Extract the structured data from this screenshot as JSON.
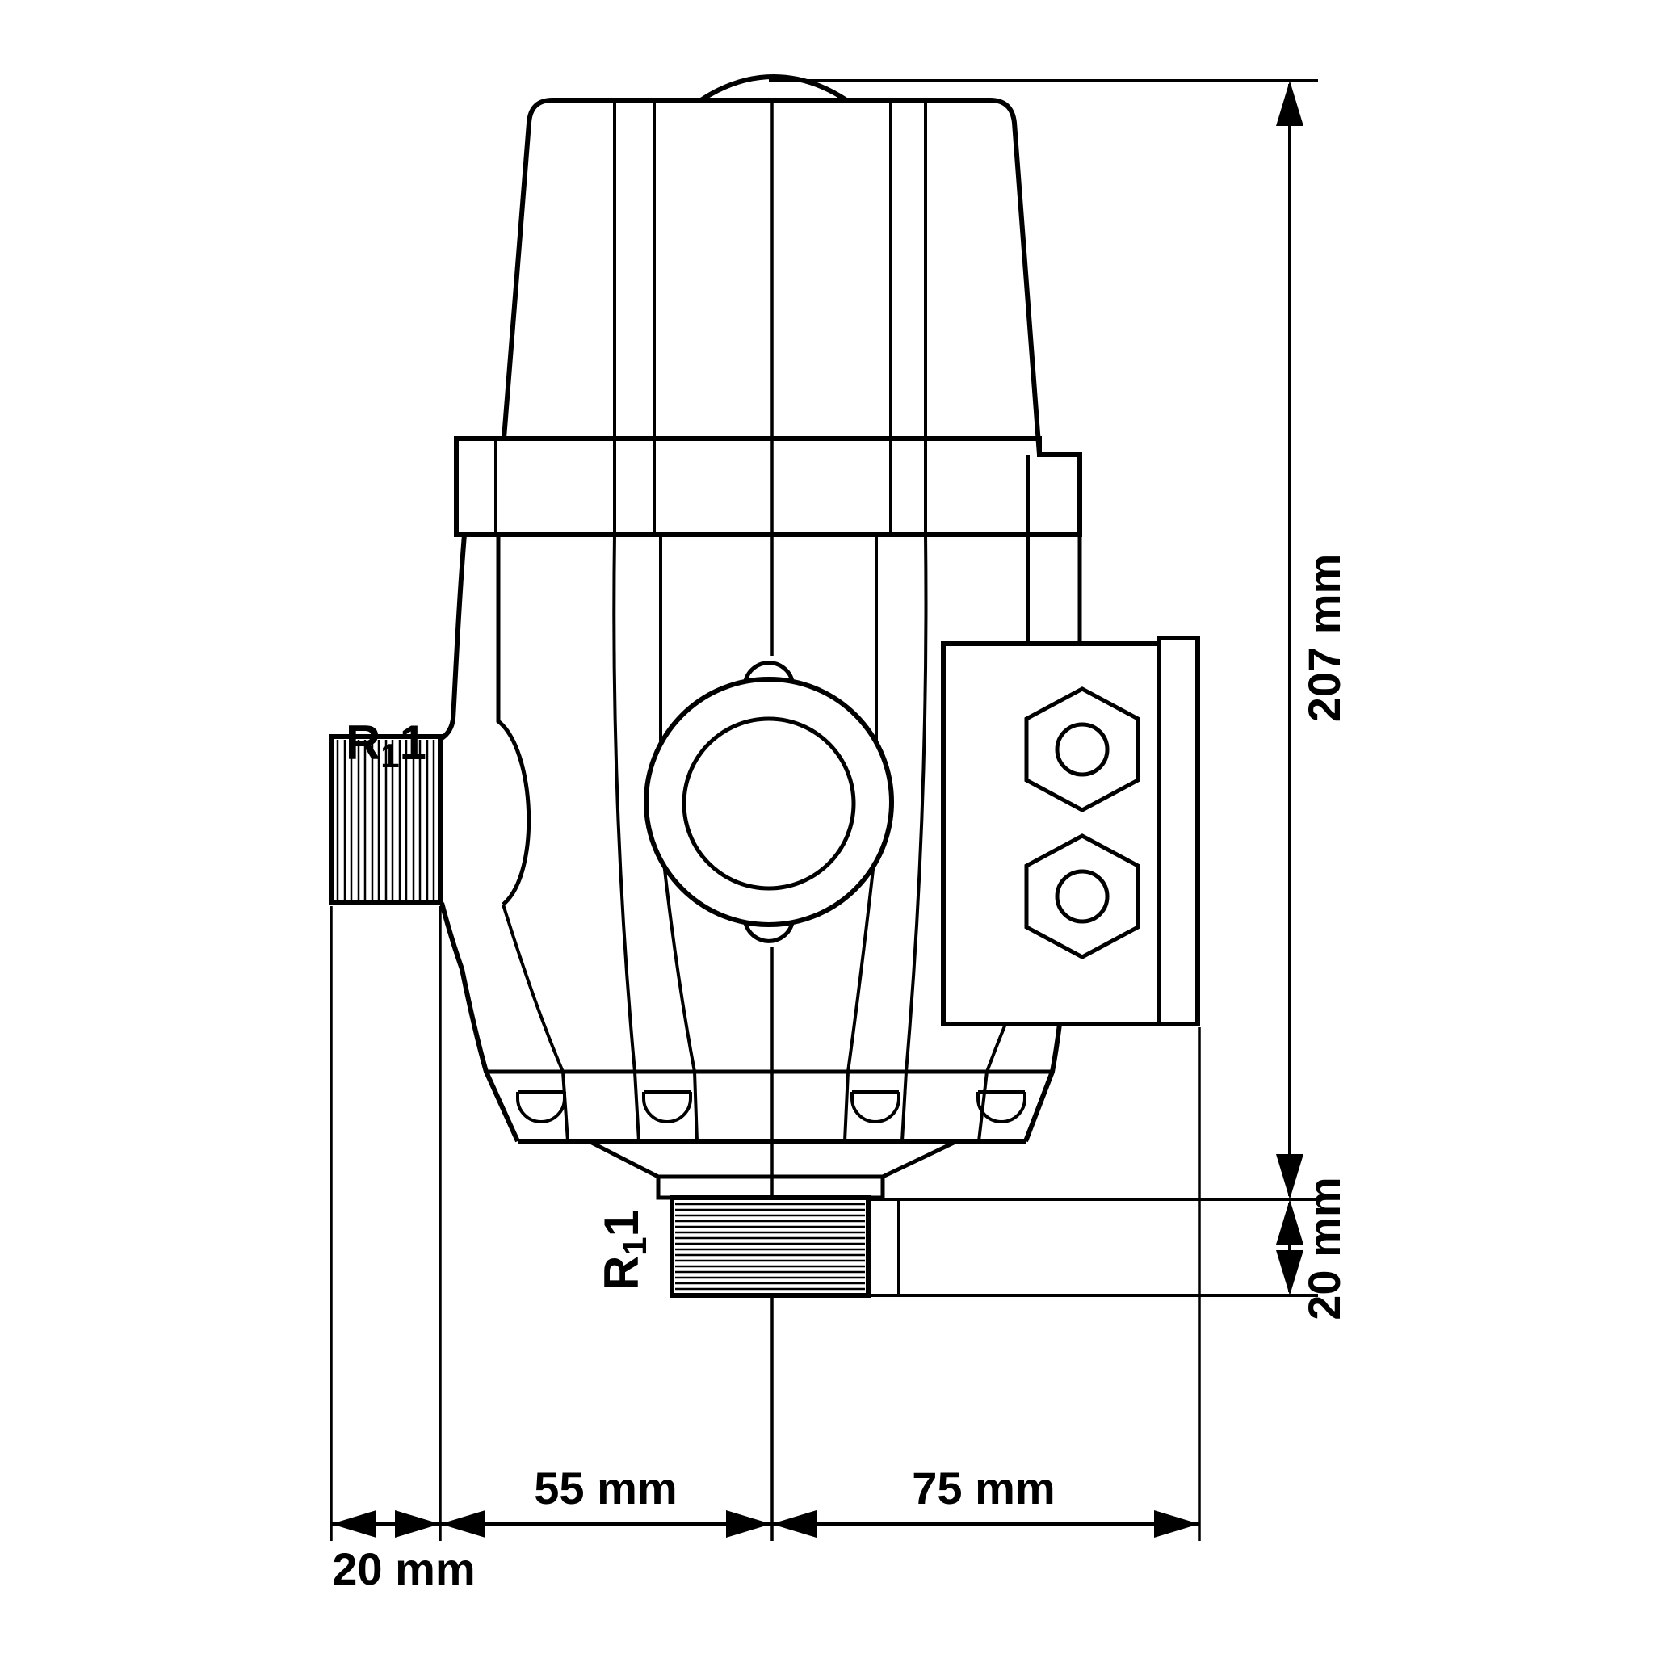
{
  "drawing": {
    "labels": {
      "total_height": "207 mm",
      "bottom_thread_height": "20 mm",
      "left_thread_length": "20 mm",
      "axis_to_left_edge": "55 mm",
      "axis_to_right_edge": "75 mm"
    },
    "thread_label": {
      "prefix": "R",
      "subscript": "1",
      "size": "1"
    },
    "colors": {
      "line": "#000000",
      "background": "#ffffff"
    }
  }
}
